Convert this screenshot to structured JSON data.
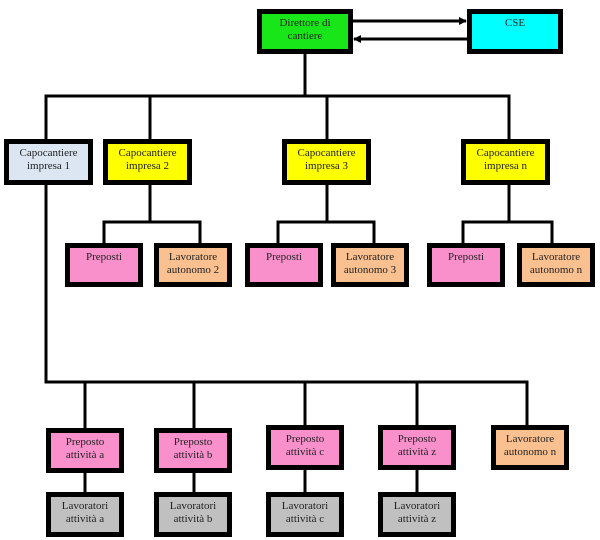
{
  "colors": {
    "green": "#19e619",
    "cyan": "#00ffff",
    "lightblue": "#dce6f2",
    "yellow": "#ffff00",
    "pink": "#f990cc",
    "peach": "#fac090",
    "gray": "#c0c0c0"
  },
  "nodes": {
    "dir": {
      "label": "Direttore di\ncantiere",
      "color": "green"
    },
    "cse": {
      "label": "CSE",
      "color": "cyan"
    },
    "c1": {
      "label": "Capocantiere\nimpresa 1",
      "color": "lightblue"
    },
    "c2": {
      "label": "Capocantiere\nimpresa 2",
      "color": "yellow"
    },
    "c3": {
      "label": "Capocantiere\nimpresa 3",
      "color": "yellow"
    },
    "cn": {
      "label": "Capocantiere\nimpresa n",
      "color": "yellow"
    },
    "p2": {
      "label": "Preposti",
      "color": "pink"
    },
    "l2": {
      "label": "Lavoratore\nautonomo 2",
      "color": "peach"
    },
    "p3": {
      "label": "Preposti",
      "color": "pink"
    },
    "l3": {
      "label": "Lavoratore\nautonomo 3",
      "color": "peach"
    },
    "pn": {
      "label": "Preposti",
      "color": "pink"
    },
    "ln": {
      "label": "Lavoratore\nautonomo n",
      "color": "peach"
    },
    "pa": {
      "label": "Preposto\nattività a",
      "color": "pink"
    },
    "pb": {
      "label": "Preposto\nattività b",
      "color": "pink"
    },
    "pc": {
      "label": "Preposto\nattività c",
      "color": "pink"
    },
    "pz": {
      "label": "Preposto\nattività z",
      "color": "pink"
    },
    "lan": {
      "label": "Lavoratore\nautonomo n",
      "color": "peach"
    },
    "wa": {
      "label": "Lavoratori\nattività a",
      "color": "gray"
    },
    "wb": {
      "label": "Lavoratori\nattività b",
      "color": "gray"
    },
    "wc": {
      "label": "Lavoratori\nattività c",
      "color": "gray"
    },
    "wz": {
      "label": "Lavoratori\nattività z",
      "color": "gray"
    }
  }
}
